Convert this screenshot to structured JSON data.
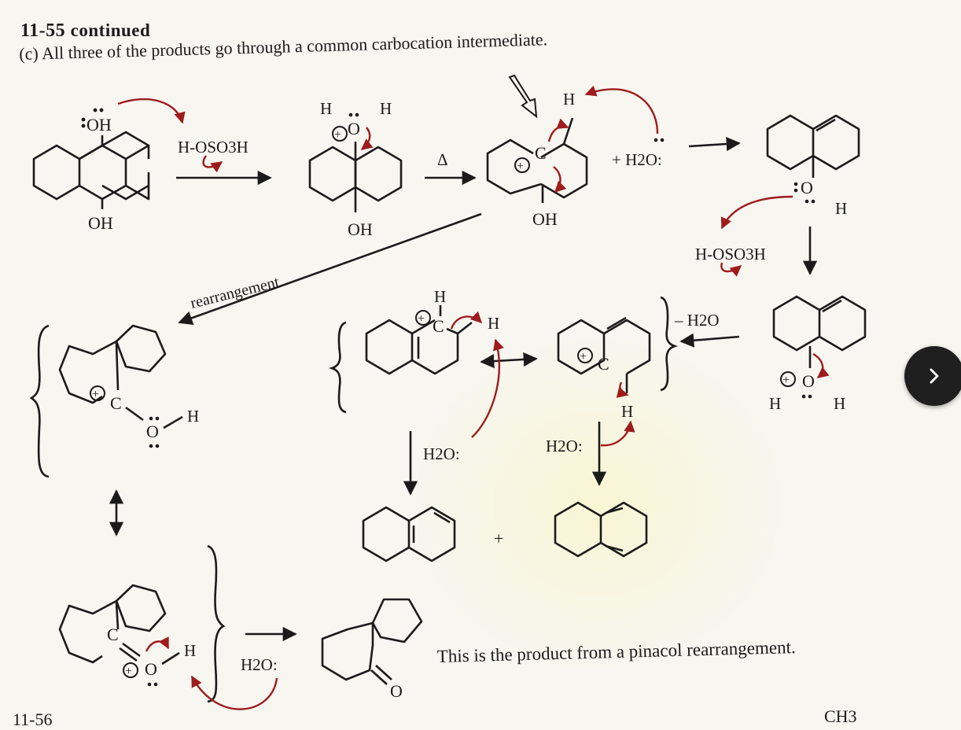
{
  "header": {
    "problem_number": "11-55",
    "continued_label": "continued",
    "part_statement": "(c) All three of the products go through a common carbocation intermediate."
  },
  "labels": {
    "oh": "OH",
    "h": "H",
    "o": "O",
    "c": "C",
    "sulfuric_acid": "H-OSO3H",
    "water_plus": "+ H2O:",
    "water": "H2O:",
    "heat": "Δ",
    "minus_water": "– H2O",
    "plus": "+",
    "rearrangement": "rearrangement",
    "oxygen_label": "O"
  },
  "notes": {
    "pinacol": "This is the product from a pinacol rearrangement."
  },
  "footer": {
    "next_problem": "11-56",
    "methyl": "CH3"
  },
  "colors": {
    "ink": "#1b1b1b",
    "arrow": "#9e1c1c",
    "paper": "#f7f6f1"
  },
  "navigation": {
    "next_icon": "chevron-right-icon"
  }
}
